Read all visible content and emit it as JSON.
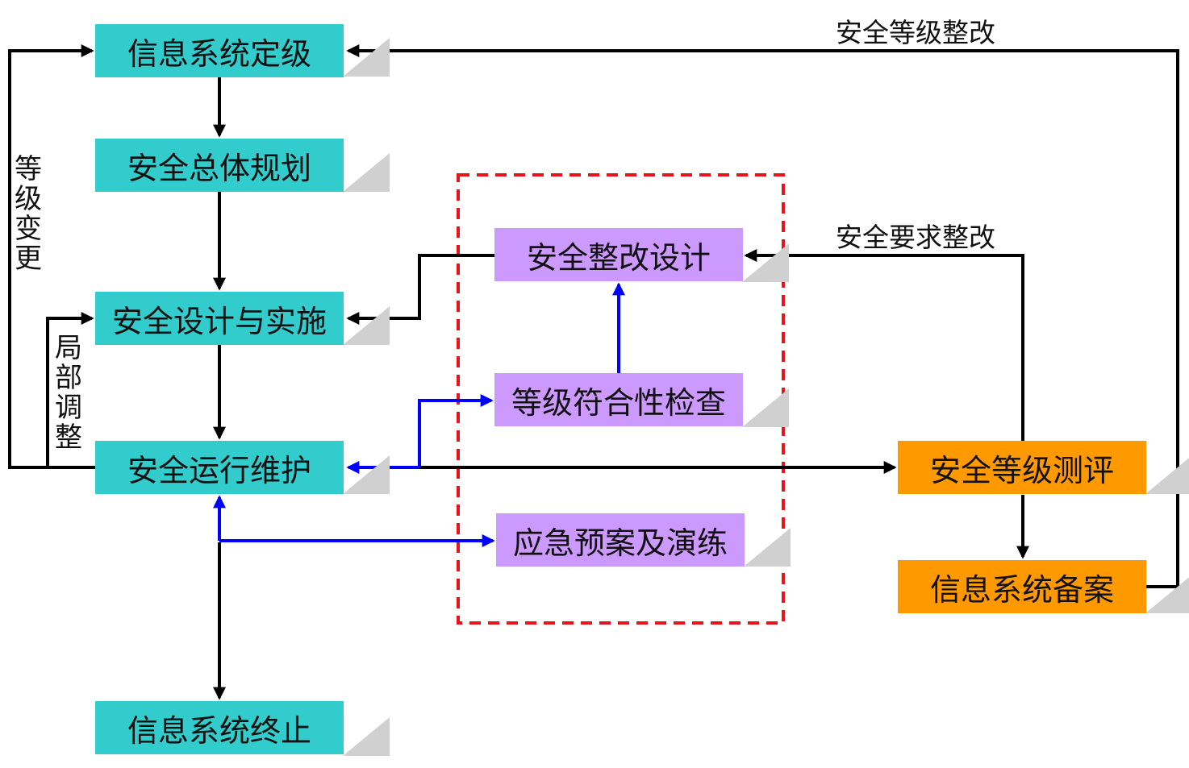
{
  "nodes": {
    "system_grading": "信息系统定级",
    "overall_planning": "安全总体规划",
    "design_implementation": "安全设计与实施",
    "operation_maintenance": "安全运行维护",
    "system_termination": "信息系统终止",
    "rectification_design": "安全整改设计",
    "compliance_check": "等级符合性检查",
    "emergency_plan": "应急预案及演练",
    "level_assessment": "安全等级测评",
    "system_filing": "信息系统备案"
  },
  "edge_labels": {
    "level_rectification": "安全等级整改",
    "requirement_rectification": "安全要求整改",
    "level_change": "等级变更",
    "partial_adjustment": "局部调整"
  },
  "colors": {
    "teal": "#33CCCC",
    "purple": "#CC99FF",
    "orange": "#FF9900",
    "black_line": "#000000",
    "blue_line": "#0000FF",
    "red_dashed_box": "#E8141B"
  }
}
